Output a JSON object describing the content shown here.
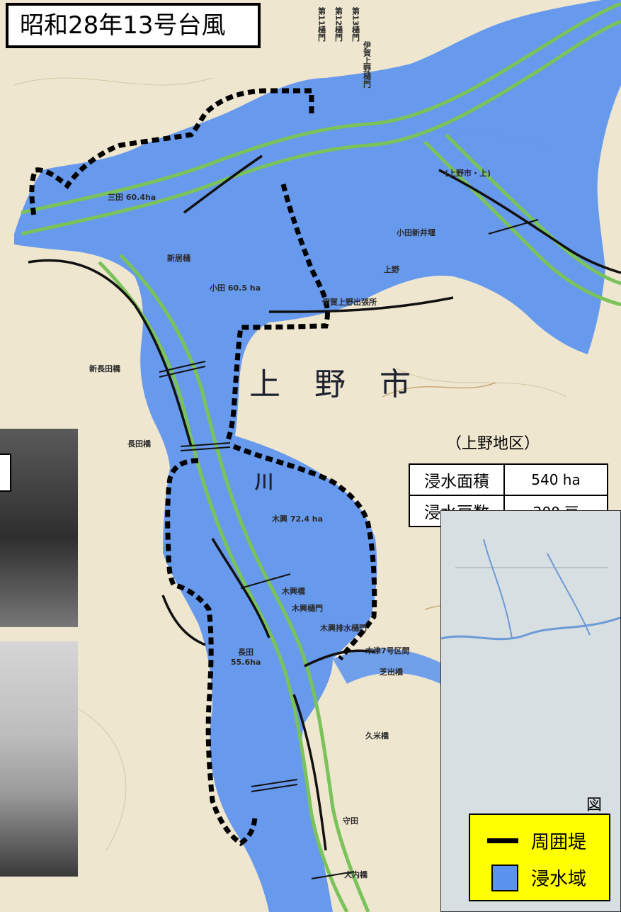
{
  "title": "昭和28年13号台風",
  "district_label": "（上野地区）",
  "stats": [
    {
      "label": "浸水面積",
      "value": "540 ha"
    },
    {
      "label": "浸水戸数",
      "value": "200 戸"
    }
  ],
  "legend": {
    "levee_label": "周囲堤",
    "flood_label": "浸水域"
  },
  "figure_label": "図",
  "map_labels": {
    "city": "上　野　市",
    "river_a": "川",
    "area_sanda": "三田 60.4ha",
    "area_oda": "小田 60.5 ha",
    "area_kimura": "木興 72.4 ha",
    "area_nagata": "長田",
    "area_nagata_size": "55.6ha",
    "oda_shinden": "小田新井堰",
    "ueno": "上野",
    "ueno_city_upper": "(上野市・上)",
    "iga_ueno_exit": "伊賀上野出張所",
    "shin_nagata_bridge": "新長田橋",
    "nagata_bridge": "長田橋",
    "kimura_bridge": "木興橋",
    "kimura_gate": "木興樋門",
    "kimura_drain": "木興排水樋門",
    "shiba_bridge": "芝出橋",
    "kume_bridge": "久米橋",
    "moriya": "守田",
    "okawa_bridge": "大内橋",
    "section_7": "木津7号区間",
    "gate_11": "第11樋門",
    "gate_12": "第12樋門",
    "gate_13": "第13樋門",
    "iga_gate": "伊賀上野樋門",
    "shinpo": "新居樋"
  },
  "colors": {
    "flood": "#5b93f0",
    "levee": "#000000",
    "river_line": "#7ac25a",
    "legend_bg": "#ffff00",
    "map_bg": "#efe6cf"
  }
}
